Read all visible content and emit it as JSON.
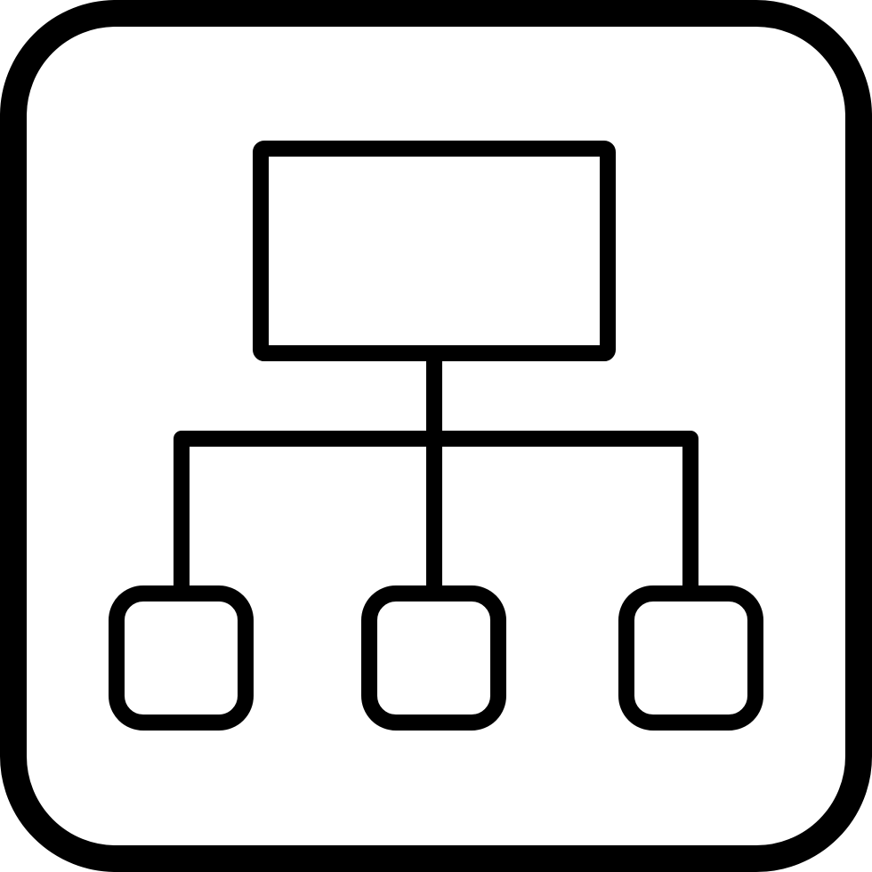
{
  "icon": {
    "name": "hierarchy-icon",
    "stroke_color": "#000000",
    "background_color": "#ffffff"
  },
  "nodes": {
    "root": "root-node",
    "children": [
      "left-child-node",
      "center-child-node",
      "right-child-node"
    ]
  }
}
